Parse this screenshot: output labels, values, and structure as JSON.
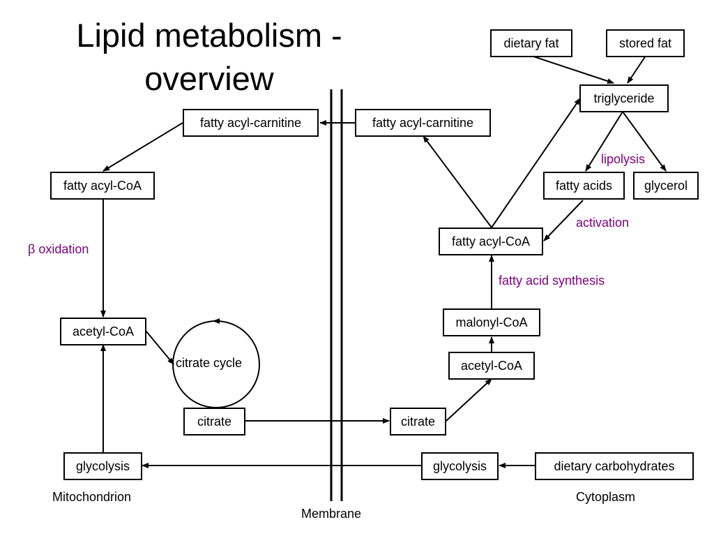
{
  "title": {
    "line1": "Lipid metabolism -",
    "line2": "overview"
  },
  "boxes": {
    "dietary_fat": "dietary fat",
    "stored_fat": "stored fat",
    "triglyceride": "triglyceride",
    "fatty_acyl_carnitine_cyto": "fatty acyl-carnitine",
    "fatty_acyl_carnitine_mito": "fatty acyl-carnitine",
    "fatty_acyl_coa_mito": "fatty acyl-CoA",
    "fatty_acids": "fatty acids",
    "glycerol": "glycerol",
    "fatty_acyl_coa_cyto": "fatty acyl-CoA",
    "malonyl_coa": "malonyl-CoA",
    "acetyl_coa_mito": "acetyl-CoA",
    "acetyl_coa_cyto": "acetyl-CoA",
    "citrate_mito": "citrate",
    "citrate_cyto": "citrate",
    "glycolysis_mito": "glycolysis",
    "glycolysis_cyto": "glycolysis",
    "dietary_carbohydrates": "dietary carbohydrates"
  },
  "cycle_label": "citrate cycle",
  "process_labels": {
    "beta_oxidation": "β oxidation",
    "lipolysis": "lipolysis",
    "activation": "activation",
    "fatty_acid_synthesis": "fatty acid synthesis"
  },
  "compartments": {
    "mitochondrion": "Mitochondrion",
    "membrane": "Membrane",
    "cytoplasm": "Cytoplasm"
  },
  "colors": {
    "process_label": "#800080",
    "line": "#000000"
  }
}
